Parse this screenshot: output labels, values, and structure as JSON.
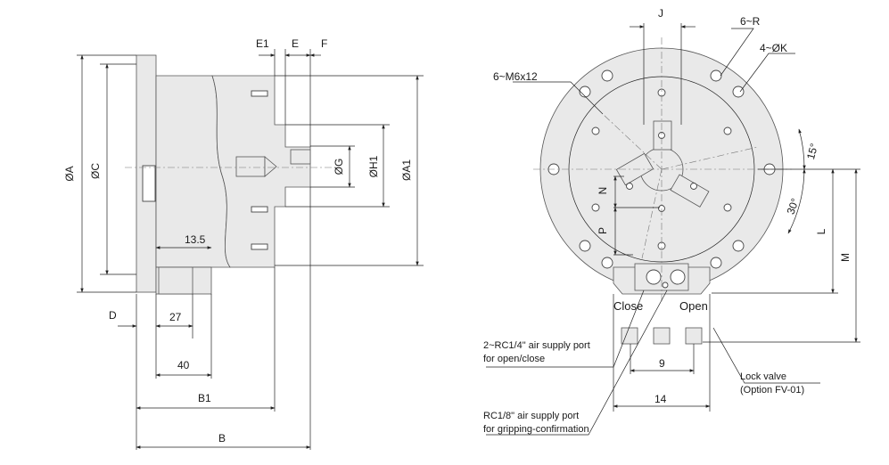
{
  "side_view": {
    "dims": {
      "E1": "E1",
      "E": "E",
      "F": "F",
      "A": "ØA",
      "C": "ØC",
      "G": "ØG",
      "H1": "ØH1",
      "A1": "ØA1",
      "d13_5": "13.5",
      "D": "D",
      "d27": "27",
      "d40": "40",
      "B1": "B1",
      "B": "B"
    }
  },
  "front_view": {
    "dims": {
      "J": "J",
      "R": "6~R",
      "K": "4~ØK",
      "M6": "6~M6x12",
      "deg15": "15°",
      "deg30": "30°",
      "N": "N",
      "P": "P",
      "L": "L",
      "M": "M",
      "d9": "9",
      "d14": "14"
    },
    "labels": {
      "close": "Close",
      "open": "Open",
      "air_port_1": "2~RC1/4\" air supply port",
      "air_port_2": "for open/close",
      "grip_port_1": "RC1/8\" air supply port",
      "grip_port_2": "for gripping-confirmation",
      "lock_1": "Lock valve",
      "lock_2": "(Option FV-01)"
    }
  }
}
